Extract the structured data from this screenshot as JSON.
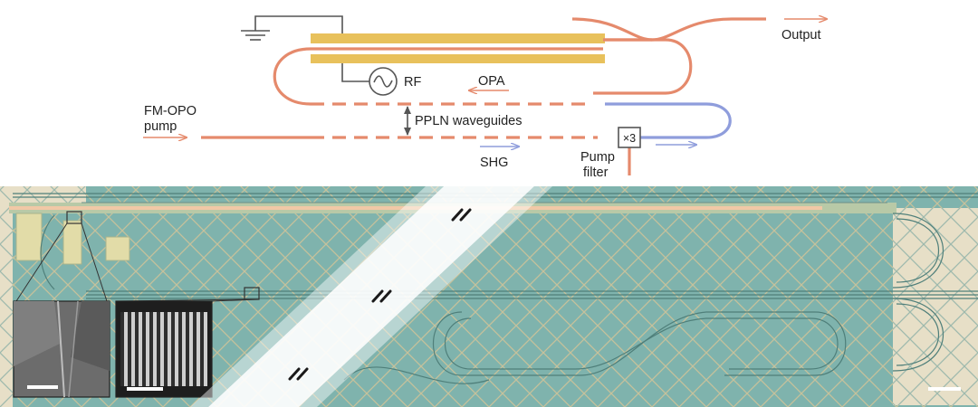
{
  "labels": {
    "output": "Output",
    "rf": "RF",
    "opa": "OPA",
    "pump_line1": "FM-OPO",
    "pump_line2": "pump",
    "waveguides": "PPLN waveguides",
    "shg": "SHG",
    "tripler": "×3",
    "filter_line1": "Pump",
    "filter_line2": "filter"
  },
  "colors": {
    "pump_waveguide": "#e58a6c",
    "shg_waveguide": "#8f9ddc",
    "electrode": "#e8c15c",
    "ground_wire": "#555555",
    "chip_background": "#7fb3ad",
    "chip_grid": "#d8c596",
    "chip_pad": "#e2dca8"
  },
  "icons": {
    "ground": "ground-symbol-icon",
    "rf_source": "ac-source-icon",
    "tripler": "frequency-tripler-icon",
    "break": "axis-break-icon"
  },
  "scale_bars": [
    "sem-scale-bar",
    "sem-poling-scale-bar",
    "chip-scale-bar"
  ]
}
